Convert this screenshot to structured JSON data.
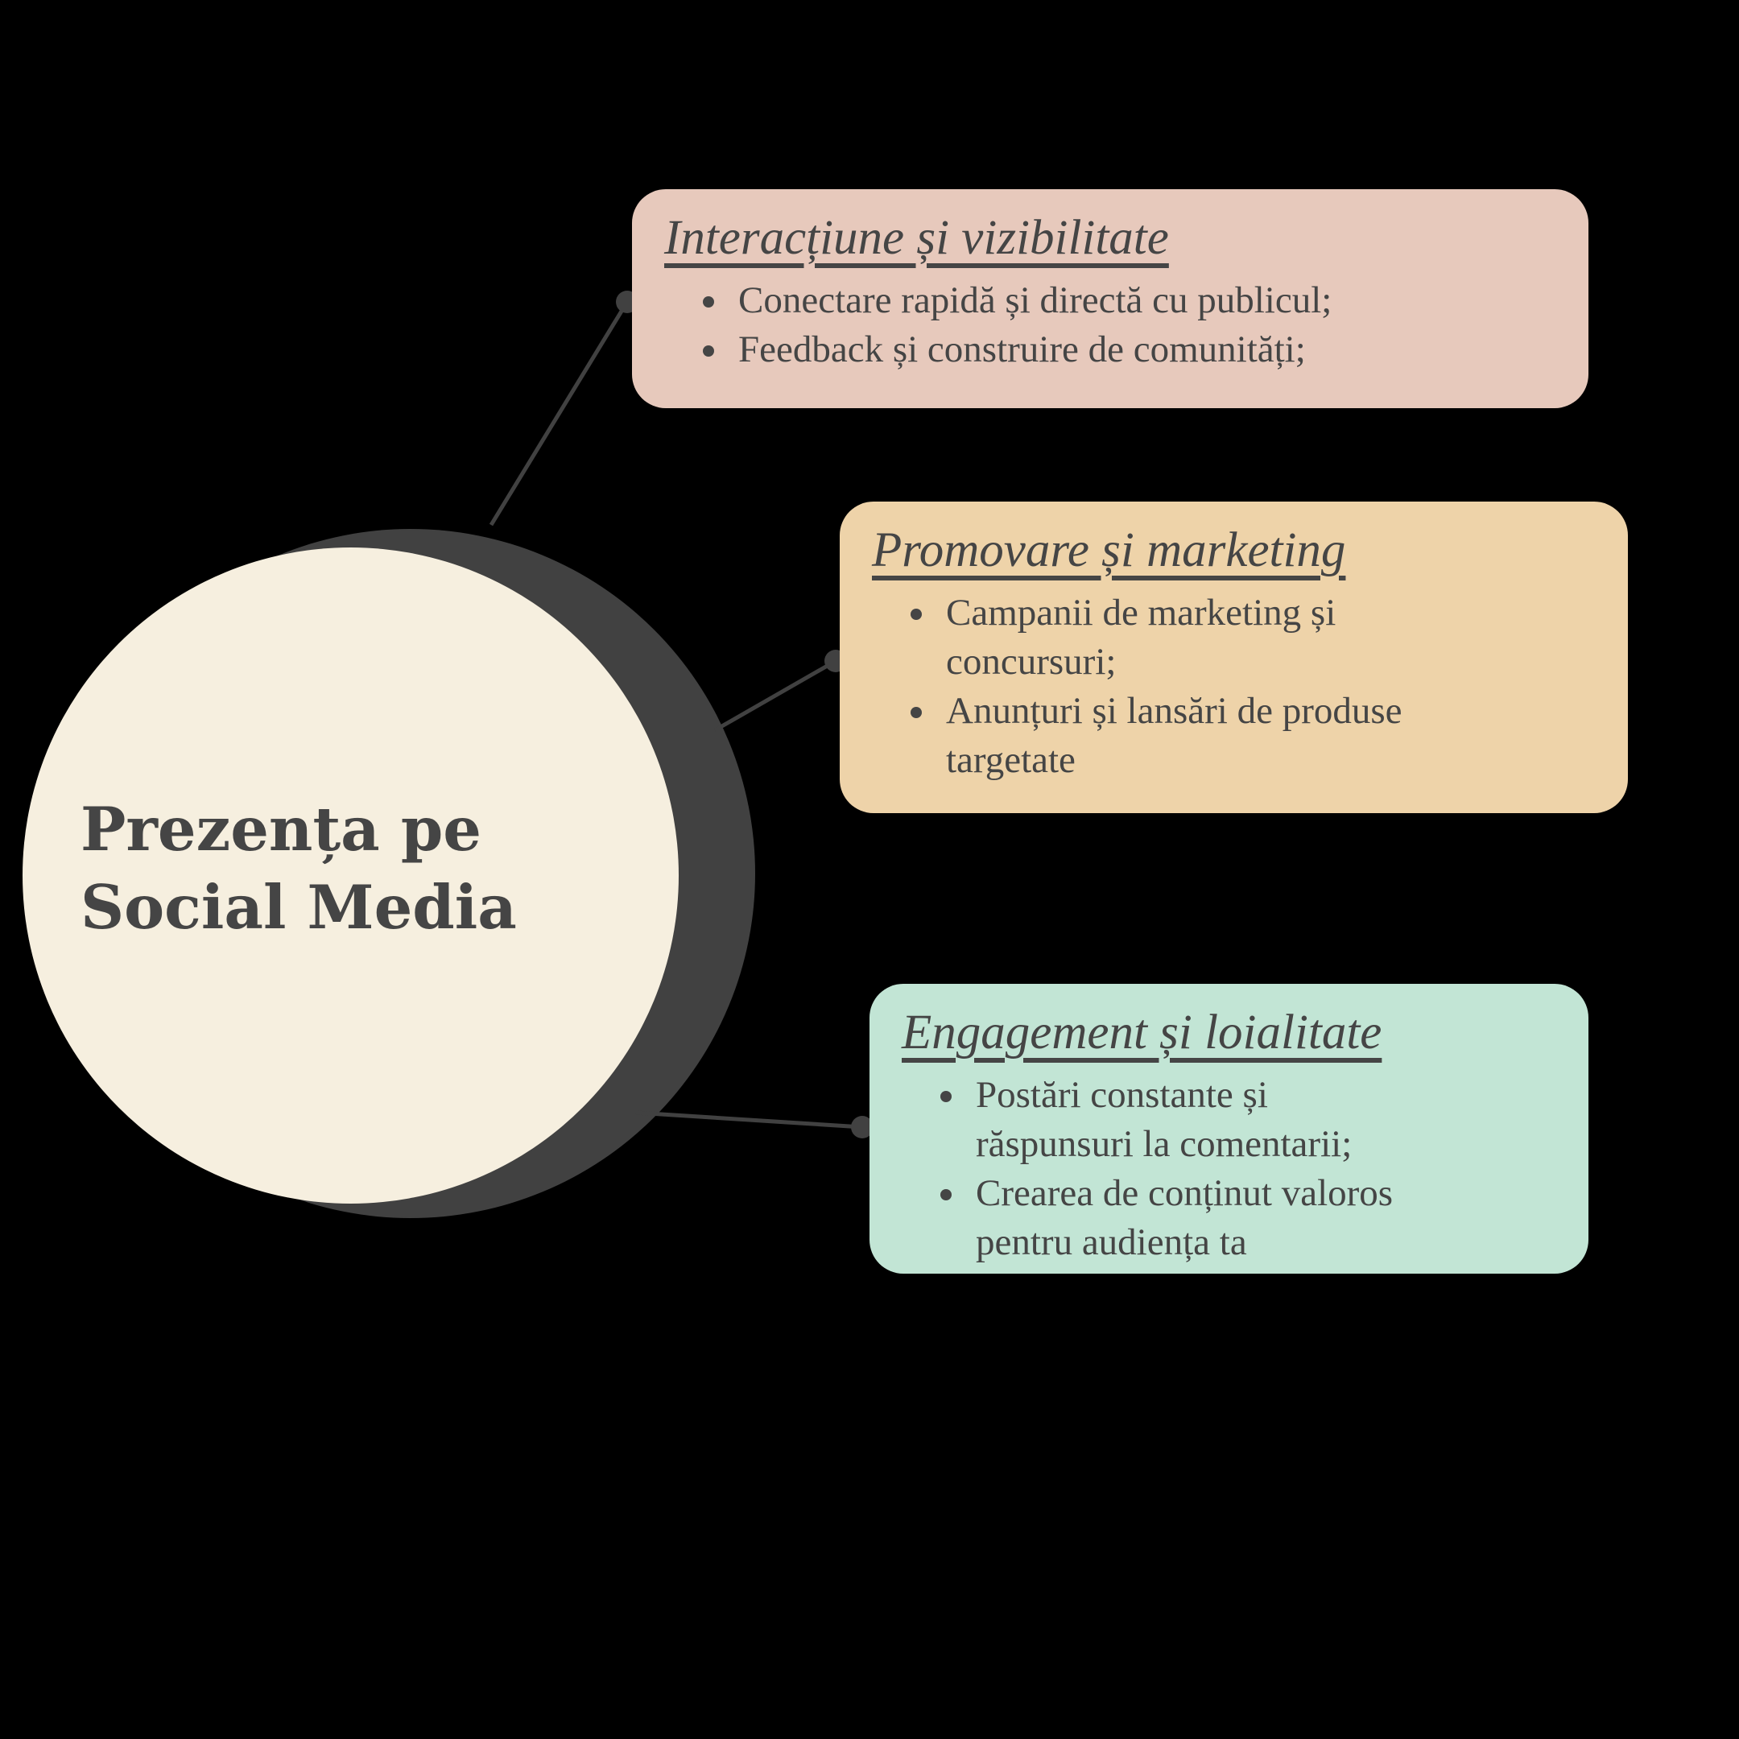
{
  "palette": {
    "background": "#000000",
    "ink": "#454545",
    "circle_fill": "#f6efdf",
    "circle_shadow": "#414141",
    "connector": "#414141",
    "node_rose": "#e7c9bc",
    "node_tan": "#eed3a9",
    "node_mint": "#c2e5d5"
  },
  "center": {
    "label": "Prezența pe\nSocial Media"
  },
  "nodes": [
    {
      "id": "interactiune",
      "title": "Interacțiune și vizibilitate",
      "bg": "#e7c9bc",
      "bullets": [
        "Conectare rapidă și directă cu publicul;",
        "Feedback și construire de comunități;"
      ]
    },
    {
      "id": "promovare",
      "title": "Promovare și marketing",
      "bg": "#eed3a9",
      "bullets": [
        "Campanii de marketing și concursuri;",
        "Anunțuri și lansări de produse targetate"
      ]
    },
    {
      "id": "engagement",
      "title": "Engagement și loialitate",
      "bg": "#c2e5d5",
      "bullets": [
        "Postări constante și răspunsuri la comentarii;",
        "Crearea de conținut valoros pentru audiența ta"
      ]
    }
  ]
}
